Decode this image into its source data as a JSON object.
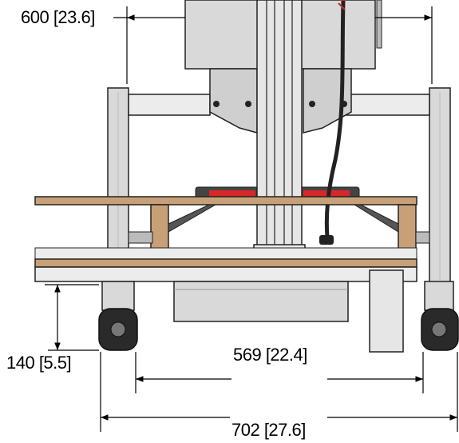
{
  "dimensions": {
    "top_width": "600 [23.6]",
    "inner_width": "569 [22.4]",
    "overall_width": "702 [27.6]",
    "floor_clearance": "140 [5.5]"
  },
  "colors": {
    "frame": "#d9d9d9",
    "frame_light": "#ececec",
    "outline": "#222222",
    "wood": "#c8a077",
    "red_part": "#d62828",
    "wheel": "#2a2a2a"
  }
}
